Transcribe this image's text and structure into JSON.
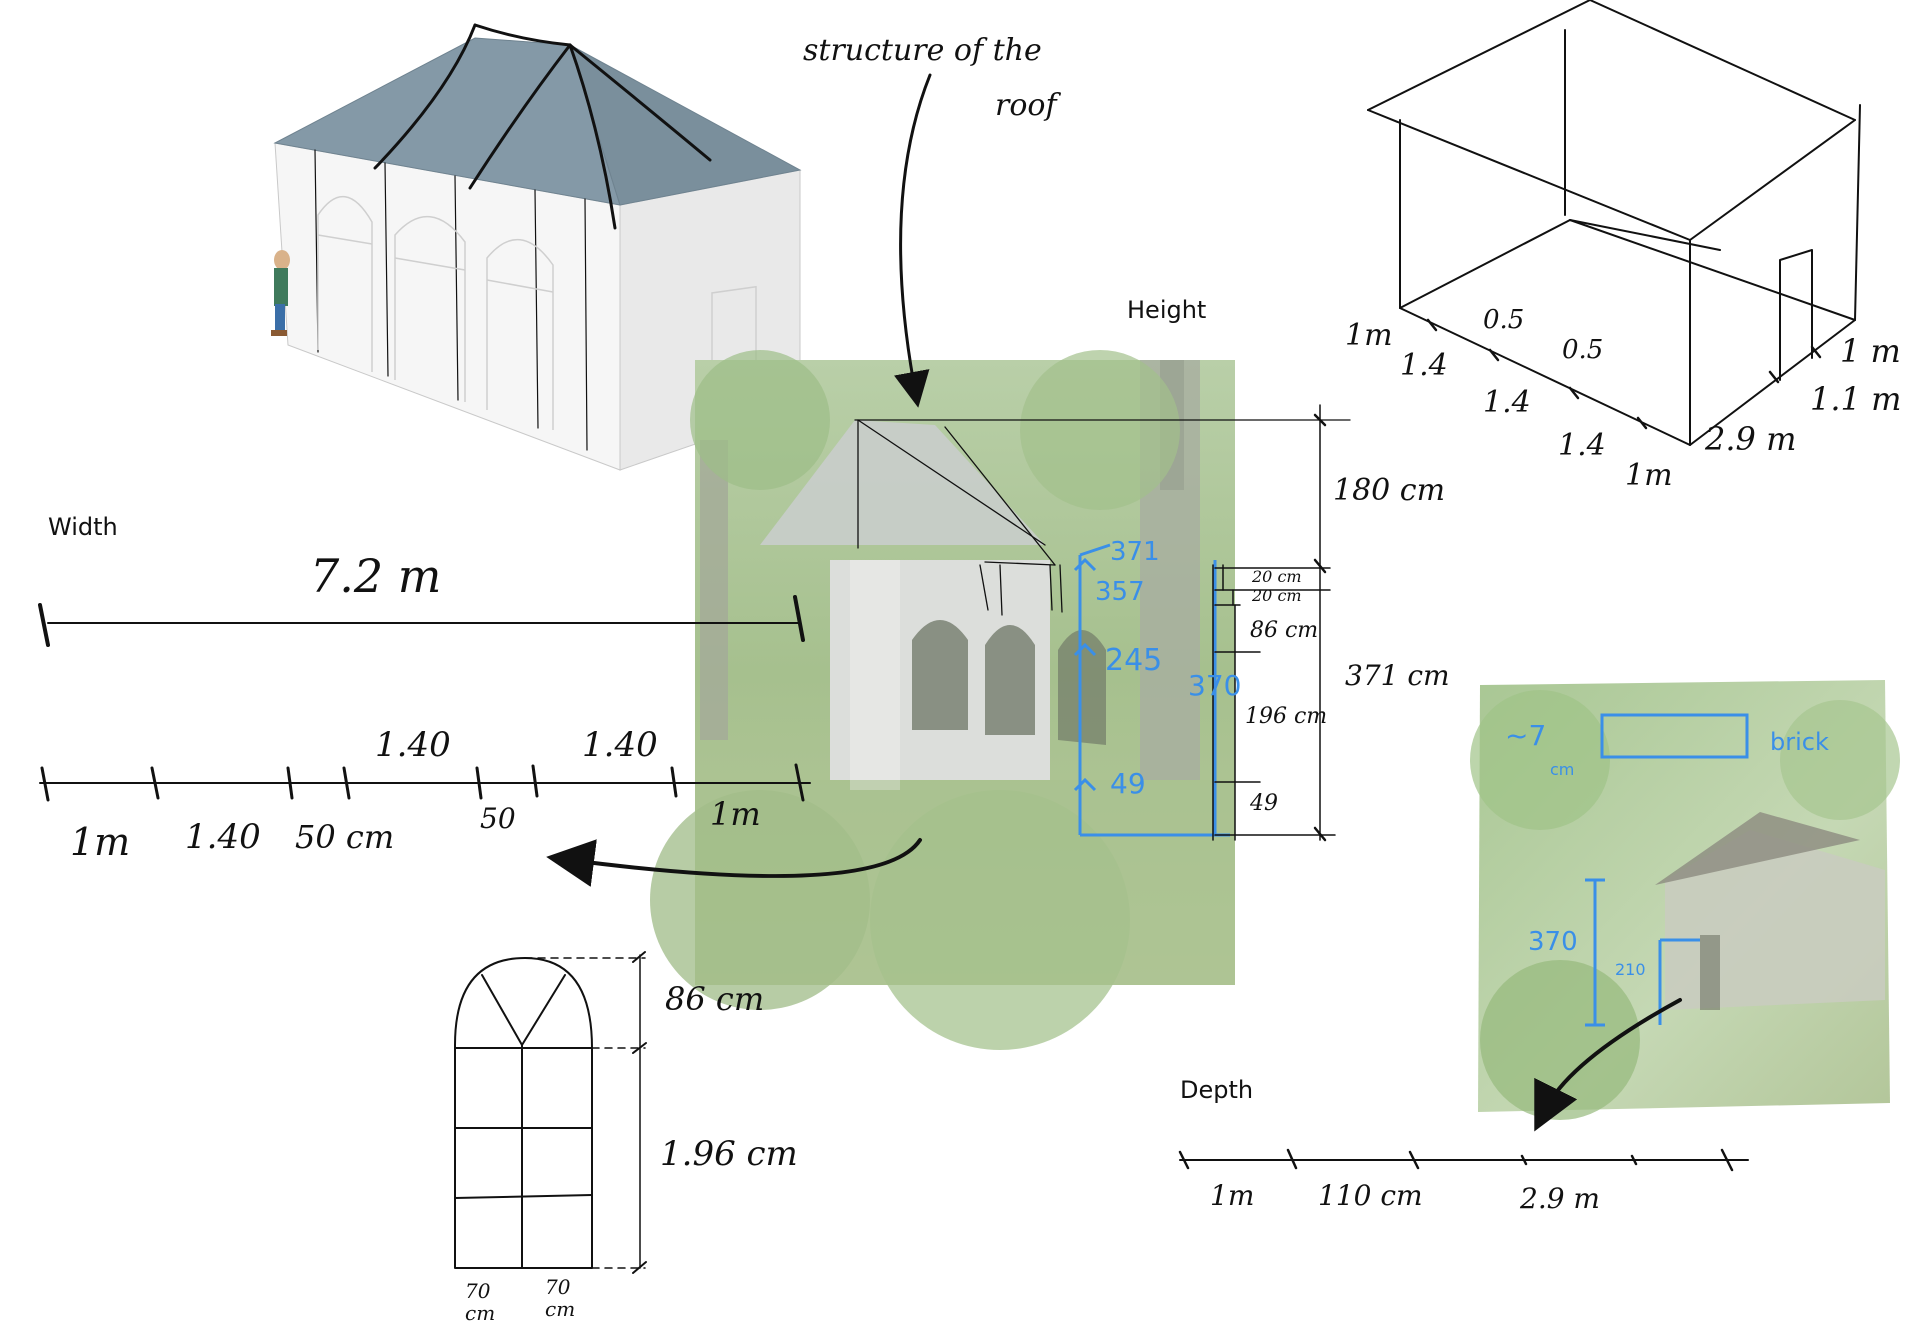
{
  "titles": {
    "height": "Height",
    "width": "Width",
    "depth": "Depth"
  },
  "annotations": {
    "roof_note_line1": "structure of the",
    "roof_note_line2": "roof"
  },
  "width": {
    "total": "7.2 m",
    "segments_top": [
      "1.40",
      "1.40"
    ],
    "segments_bottom": [
      "1m",
      "1.40",
      "50 cm",
      "50",
      "1m"
    ]
  },
  "height": {
    "dims": [
      "180 cm",
      "20 cm",
      "20 cm",
      "86 cm",
      "196 cm",
      "49",
      "371 cm"
    ],
    "blue_marks": [
      "371",
      "357",
      "245",
      "370",
      "49"
    ]
  },
  "window": {
    "arch_height": "86 cm",
    "body_height": "1.96 cm",
    "pane_widths": [
      "70",
      "70"
    ],
    "pane_unit": "cm"
  },
  "box_sketch": {
    "left_labels": [
      "1m",
      "1.4",
      "1.4",
      "1.4",
      "1m"
    ],
    "mid_labels": [
      "0.5",
      "0.5"
    ],
    "right_labels": [
      "2.9 m",
      "1.1 m",
      "1 m"
    ]
  },
  "depth": {
    "labels": [
      "1m",
      "110 cm",
      "2.9 m"
    ]
  },
  "photo2": {
    "labels": [
      "~7",
      "cm",
      "brick",
      "370",
      "210"
    ]
  },
  "colors": {
    "roof": "#7f95a3",
    "wall": "#f4f4f4",
    "blue_ink": "#3a8fe8",
    "ink": "#111111"
  }
}
